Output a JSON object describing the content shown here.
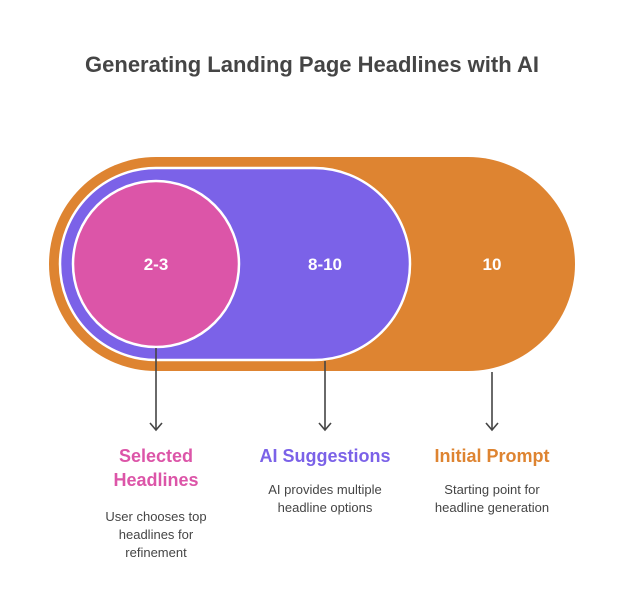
{
  "title": "Generating Landing Page Headlines with AI",
  "colors": {
    "initial": "#DE8431",
    "ai": "#7B62E8",
    "selected": "#DC55A8",
    "text": "#454545"
  },
  "stages": [
    {
      "value": "2-3",
      "label": "Selected Headlines",
      "description": "User chooses top headlines for refinement"
    },
    {
      "value": "8-10",
      "label": "AI Suggestions",
      "description": "AI provides multiple headline options"
    },
    {
      "value": "10",
      "label": "Initial Prompt",
      "description": "Starting point for headline generation"
    }
  ]
}
